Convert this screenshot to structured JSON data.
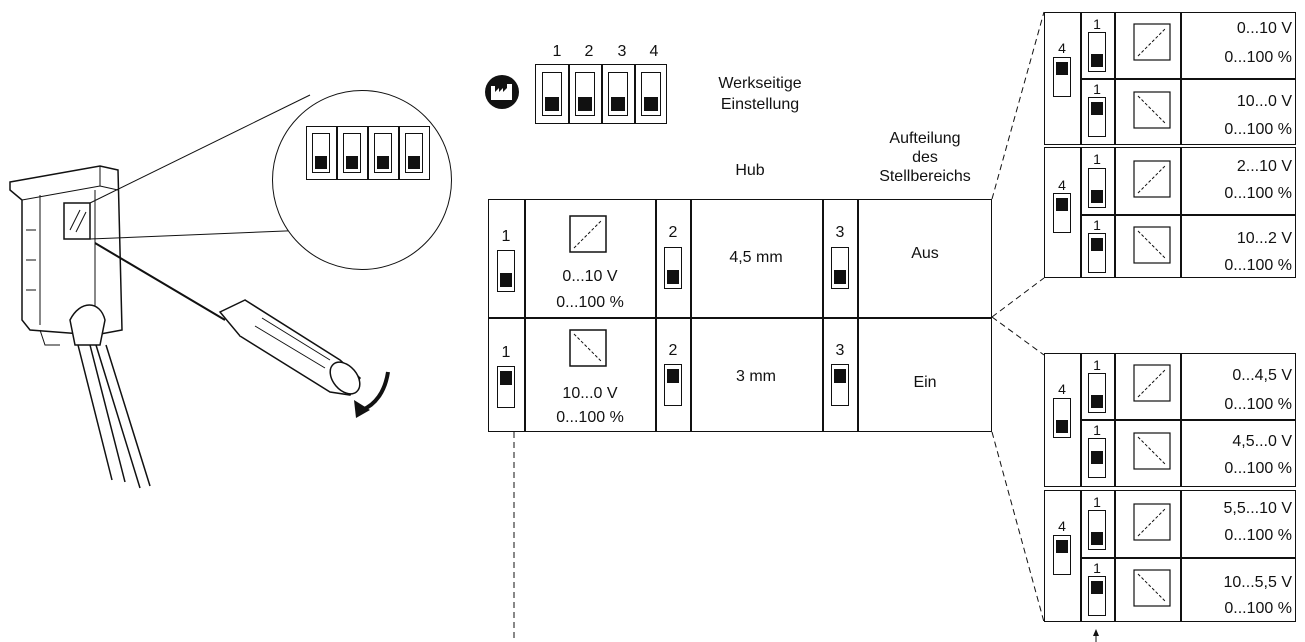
{
  "factory": {
    "numbers": [
      "1",
      "2",
      "3",
      "4"
    ],
    "label_line1": "Werkseitige",
    "label_line2": "Einstellung"
  },
  "headers": {
    "hub": "Hub",
    "aufteilung_line1": "Aufteilung",
    "aufteilung_line2": "des",
    "aufteilung_line3": "Stellbereichs"
  },
  "main_rows": [
    {
      "switch1": "1",
      "signal_v": "0...10 V",
      "signal_pct": "0...100 %",
      "switch2": "2",
      "hub": "4,5 mm",
      "switch3": "3",
      "aufteilung": "Aus"
    },
    {
      "switch1": "1",
      "signal_v": "10...0 V",
      "signal_pct": "0...100 %",
      "switch2": "2",
      "hub": "3 mm",
      "switch3": "3",
      "aufteilung": "Ein"
    }
  ],
  "right_groups": [
    {
      "sw4": "4",
      "rows": [
        {
          "sw1": "1",
          "v": "0...10 V",
          "pct": "0...100 %"
        },
        {
          "sw1": "1",
          "v": "10...0 V",
          "pct": "0...100 %"
        }
      ]
    },
    {
      "sw4": "4",
      "rows": [
        {
          "sw1": "1",
          "v": "2...10 V",
          "pct": "0...100 %"
        },
        {
          "sw1": "1",
          "v": "10...2 V",
          "pct": "0...100 %"
        }
      ]
    },
    {
      "sw4": "4",
      "rows": [
        {
          "sw1": "1",
          "v": "0...4,5 V",
          "pct": "0...100 %"
        },
        {
          "sw1": "1",
          "v": "4,5...0 V",
          "pct": "0...100 %"
        }
      ]
    },
    {
      "sw4": "4",
      "rows": [
        {
          "sw1": "1",
          "v": "5,5...10 V",
          "pct": "0...100 %"
        },
        {
          "sw1": "1",
          "v": "10...5,5 V",
          "pct": "0...100 %"
        }
      ]
    }
  ]
}
